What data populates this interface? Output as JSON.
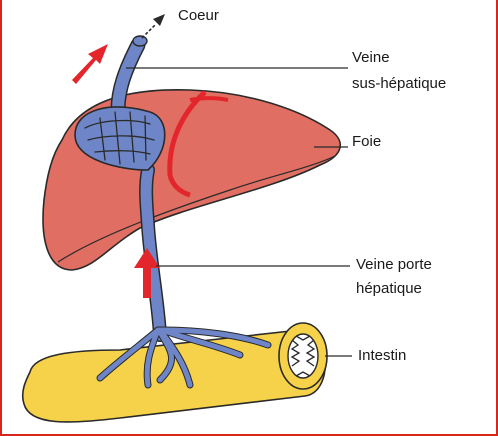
{
  "labels": {
    "heart": "Coeur",
    "hepatic_vein_line1": "Veine",
    "hepatic_vein_line2": "sus-hépatique",
    "liver": "Foie",
    "portal_vein_line1": "Veine porte",
    "portal_vein_line2": "hépatique",
    "intestine": "Intestin"
  },
  "colors": {
    "liver": "#e06e63",
    "vein": "#6e86c8",
    "intestine": "#f6d24a",
    "arrow": "#e3262b",
    "outline": "#2a2a2a"
  }
}
